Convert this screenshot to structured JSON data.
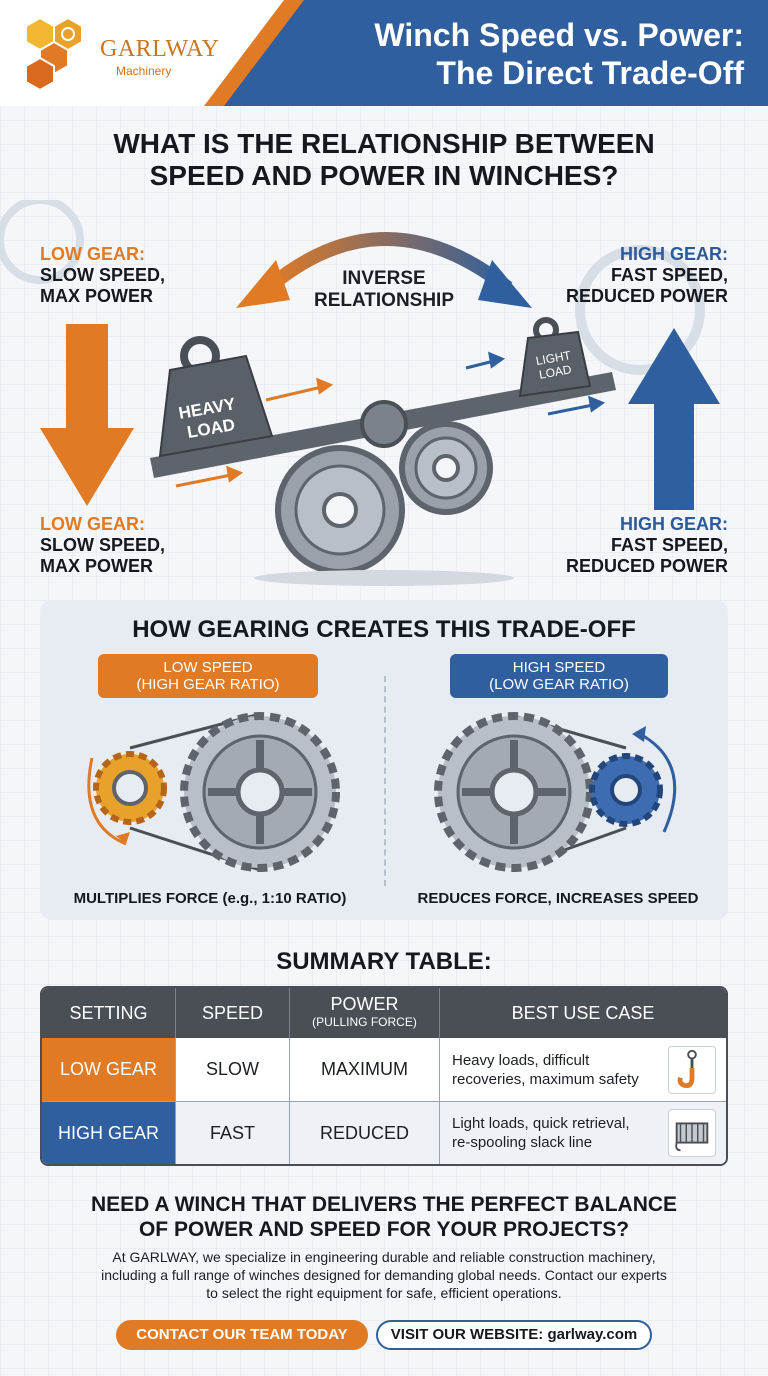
{
  "brand": {
    "name": "GARLWAY",
    "sub": "Machinery"
  },
  "header": {
    "title_line1": "Winch Speed vs. Power:",
    "title_line2": "The Direct Trade-Off"
  },
  "section1": {
    "title_line1": "WHAT IS THE RELATIONSHIP BETWEEN",
    "title_line2": "SPEED AND POWER IN WINCHES?",
    "low_gear": "LOW GEAR:",
    "low_desc1": "SLOW SPEED,",
    "low_desc2": "MAX POWER",
    "high_gear": "HIGH GEAR:",
    "high_desc1": "FAST SPEED,",
    "high_desc2": "REDUCED POWER",
    "inverse_line1": "INVERSE",
    "inverse_line2": "RELATIONSHIP",
    "heavy_line1": "HEAVY",
    "heavy_line2": "LOAD",
    "light_line1": "LIGHT",
    "light_line2": "LOAD"
  },
  "section2": {
    "title": "HOW GEARING CREATES THIS TRADE-OFF",
    "left_pill_line1": "LOW SPEED",
    "left_pill_line2": "(HIGH GEAR RATIO)",
    "right_pill_line1": "HIGH SPEED",
    "right_pill_line2": "(LOW GEAR RATIO)",
    "left_caption": "MULTIPLIES FORCE (e.g., 1:10 RATIO)",
    "right_caption": "REDUCES FORCE, INCREASES SPEED"
  },
  "summary": {
    "title": "SUMMARY TABLE:",
    "headers": {
      "setting": "SETTING",
      "speed": "SPEED",
      "power": "POWER",
      "power_sub": "(PULLING FORCE)",
      "use": "BEST USE CASE"
    },
    "rows": [
      {
        "setting": "LOW GEAR",
        "speed": "SLOW",
        "power": "MAXIMUM",
        "use_line1": "Heavy loads, difficult",
        "use_line2": "recoveries, maximum safety",
        "icon": "hook-icon"
      },
      {
        "setting": "HIGH GEAR",
        "speed": "FAST",
        "power": "REDUCED",
        "use_line1": "Light loads, quick retrieval,",
        "use_line2": "re-spooling slack line",
        "icon": "winch-drum-icon"
      }
    ]
  },
  "cta": {
    "title_line1": "NEED A WINCH THAT DELIVERS THE PERFECT BALANCE",
    "title_line2": "OF POWER AND SPEED FOR YOUR PROJECTS?",
    "body_line1": "At GARLWAY, we specialize in engineering durable and reliable construction machinery,",
    "body_line2": "including a full range of winches designed for demanding global needs. Contact our experts",
    "body_line3": "to select the right equipment for safe, efficient operations.",
    "contact_button": "CONTACT OUR TEAM TODAY",
    "website_button": "VISIT OUR WEBSITE: garlway.com"
  },
  "colors": {
    "orange": "#e07a25",
    "blue": "#2f5f9e",
    "dark": "#4a4f56"
  }
}
